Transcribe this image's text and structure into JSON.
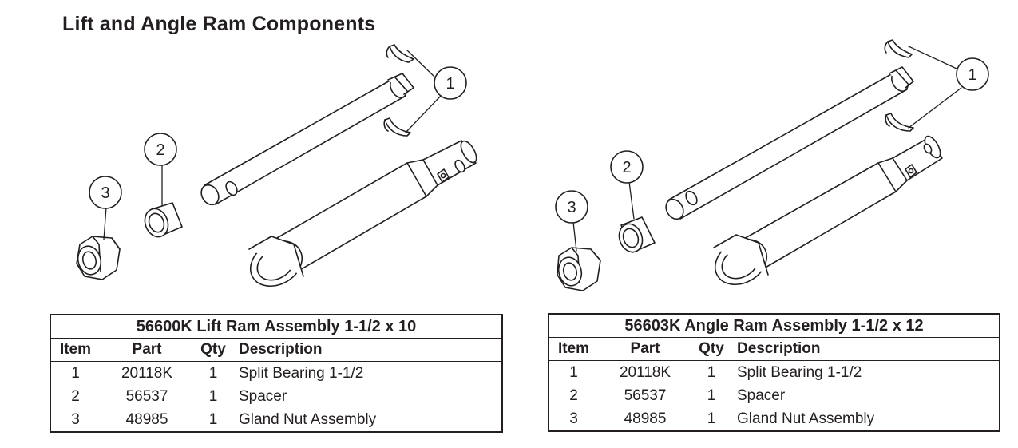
{
  "title": "Lift and Angle Ram Components",
  "callouts": [
    "1",
    "2",
    "3"
  ],
  "tables": [
    {
      "header": "56600K  Lift Ram Assembly 1-1/2 x 10",
      "columns": [
        "Item",
        "Part",
        "Qty",
        "Description"
      ],
      "rows": [
        {
          "item": "1",
          "part": "20118K",
          "qty": "1",
          "desc": "Split Bearing 1-1/2"
        },
        {
          "item": "2",
          "part": "56537",
          "qty": "1",
          "desc": "Spacer"
        },
        {
          "item": "3",
          "part": "48985",
          "qty": "1",
          "desc": "Gland Nut Assembly"
        }
      ]
    },
    {
      "header": "56603K  Angle Ram Assembly 1-1/2 x 12",
      "columns": [
        "Item",
        "Part",
        "Qty",
        "Description"
      ],
      "rows": [
        {
          "item": "1",
          "part": "20118K",
          "qty": "1",
          "desc": "Split Bearing 1-1/2"
        },
        {
          "item": "2",
          "part": "56537",
          "qty": "1",
          "desc": "Spacer"
        },
        {
          "item": "3",
          "part": "48985",
          "qty": "1",
          "desc": "Gland Nut Assembly"
        }
      ]
    }
  ]
}
